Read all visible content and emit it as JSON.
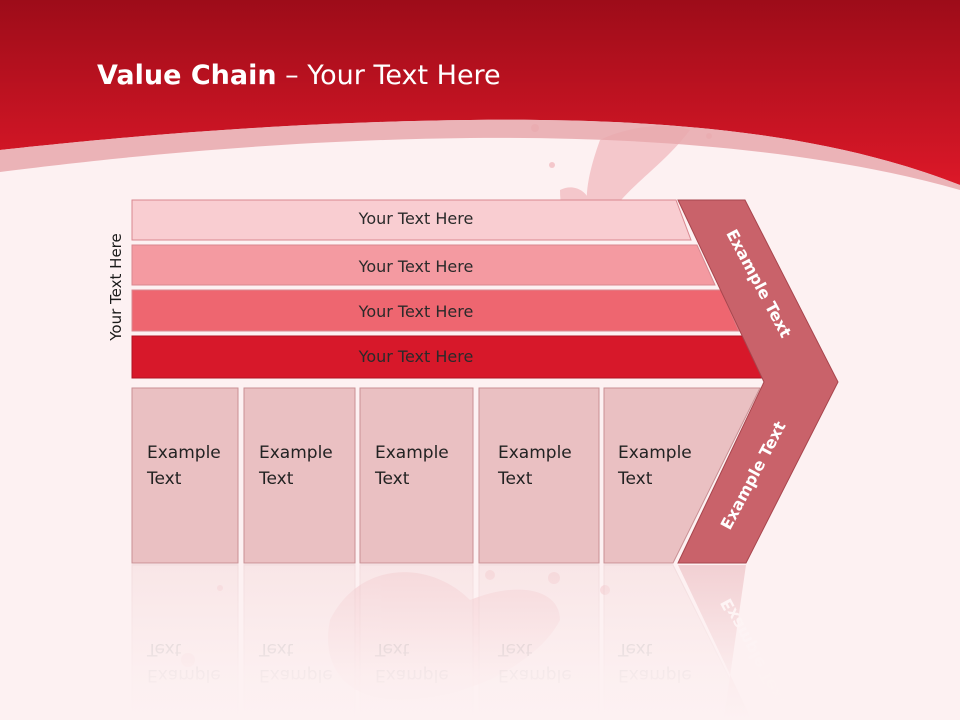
{
  "slide": {
    "title_bold": "Value Chain",
    "title_rest": " – Your Text Here"
  },
  "side_label": "Your Text Here",
  "support_bars": [
    {
      "label": "Your Text Here",
      "color": "#f9cdd1"
    },
    {
      "label": "Your Text Here",
      "color": "#f49aa1"
    },
    {
      "label": "Your Text Here",
      "color": "#ee6670"
    },
    {
      "label": "Your Text Here",
      "color": "#d7182a"
    }
  ],
  "primary_activities": [
    {
      "line1": "Example",
      "line2": "Text"
    },
    {
      "line1": "Example",
      "line2": "Text"
    },
    {
      "line1": "Example",
      "line2": "Text"
    },
    {
      "line1": "Example",
      "line2": "Text"
    },
    {
      "line1": "Example",
      "line2": "Text"
    }
  ],
  "margin_upper": "Example Text",
  "margin_lower": "Example Text",
  "colors": {
    "header_red": "#c8101f",
    "box_fill": "#eac0c2",
    "chevron_fill": "#c9626a",
    "background": "#fdf1f2"
  }
}
